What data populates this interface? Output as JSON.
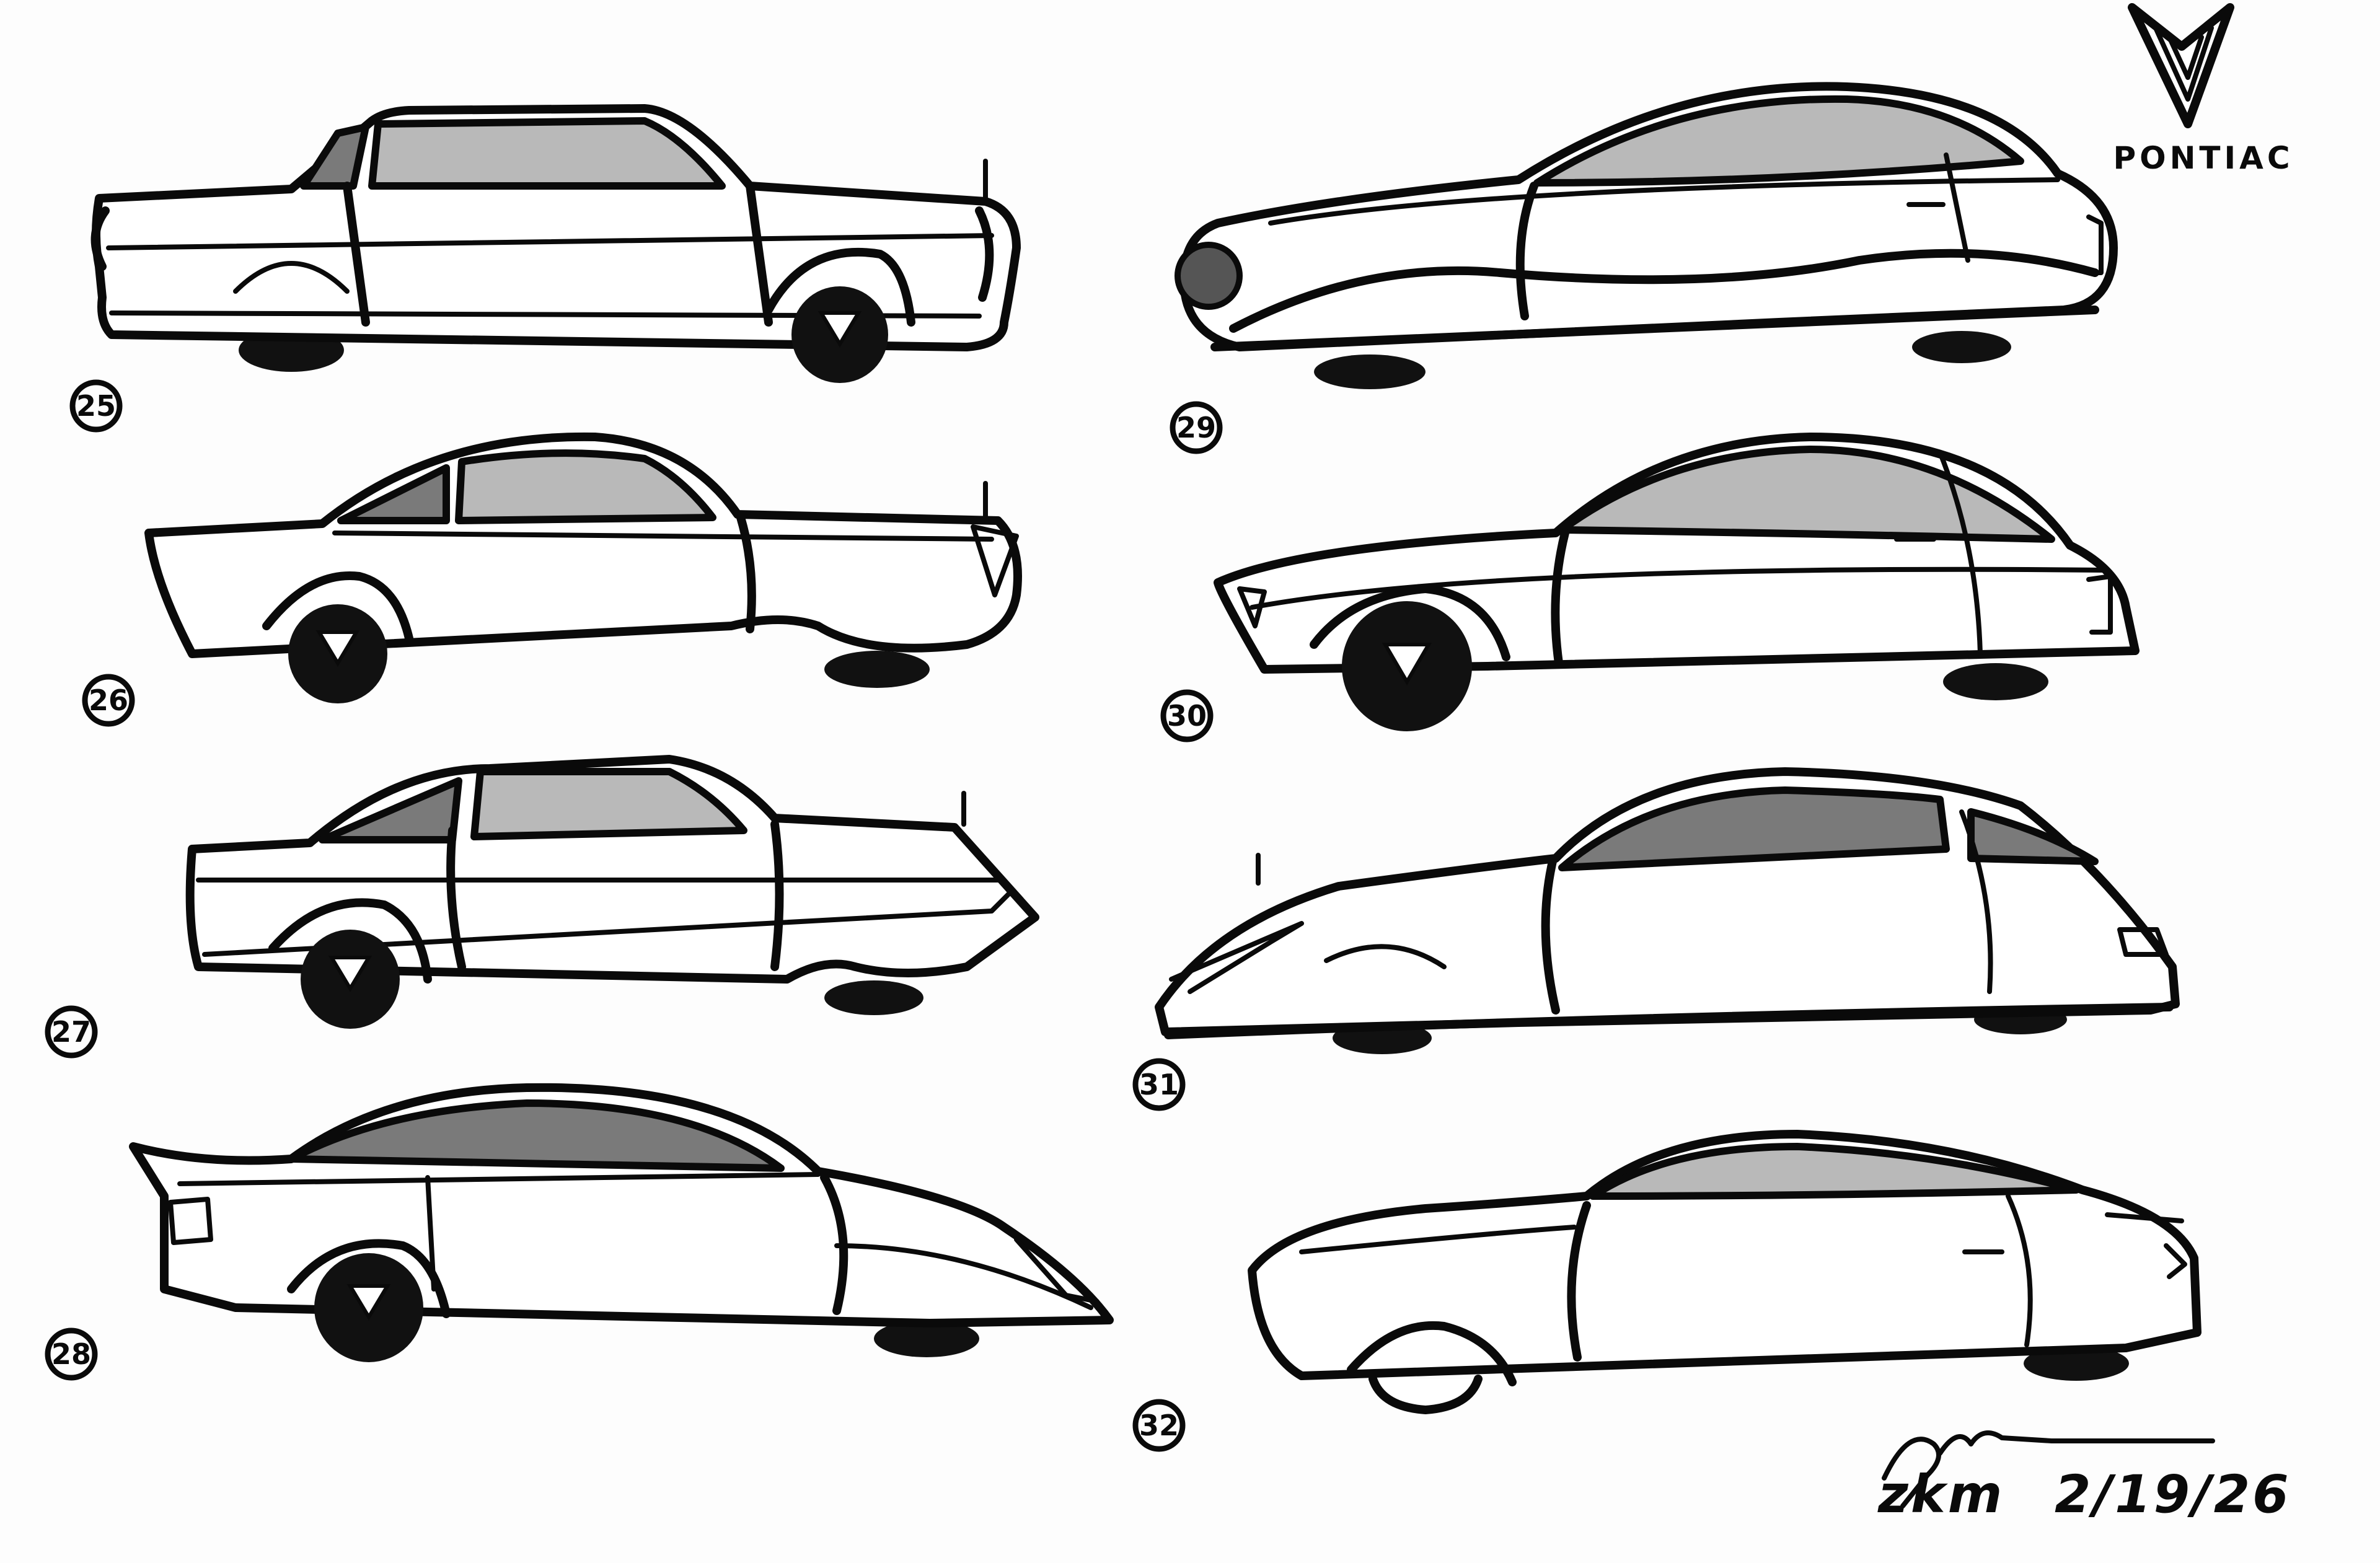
{
  "brand": {
    "name": "PONTIAC",
    "logo_icon": "pontiac-arrowhead-icon"
  },
  "sketches": [
    {
      "number": "25",
      "icon": "car-sketch-25-icon"
    },
    {
      "number": "26",
      "icon": "car-sketch-26-icon"
    },
    {
      "number": "27",
      "icon": "car-sketch-27-icon"
    },
    {
      "number": "28",
      "icon": "car-sketch-28-icon"
    },
    {
      "number": "29",
      "icon": "car-sketch-29-icon"
    },
    {
      "number": "30",
      "icon": "car-sketch-30-icon"
    },
    {
      "number": "31",
      "icon": "car-sketch-31-icon"
    },
    {
      "number": "32",
      "icon": "car-sketch-32-icon"
    }
  ],
  "signature": {
    "initials": "zkm",
    "date": "2/19/26"
  },
  "colors": {
    "ink": "#0a0a0a",
    "paper": "#fdfdfd",
    "shade": "#7a7a7a"
  }
}
